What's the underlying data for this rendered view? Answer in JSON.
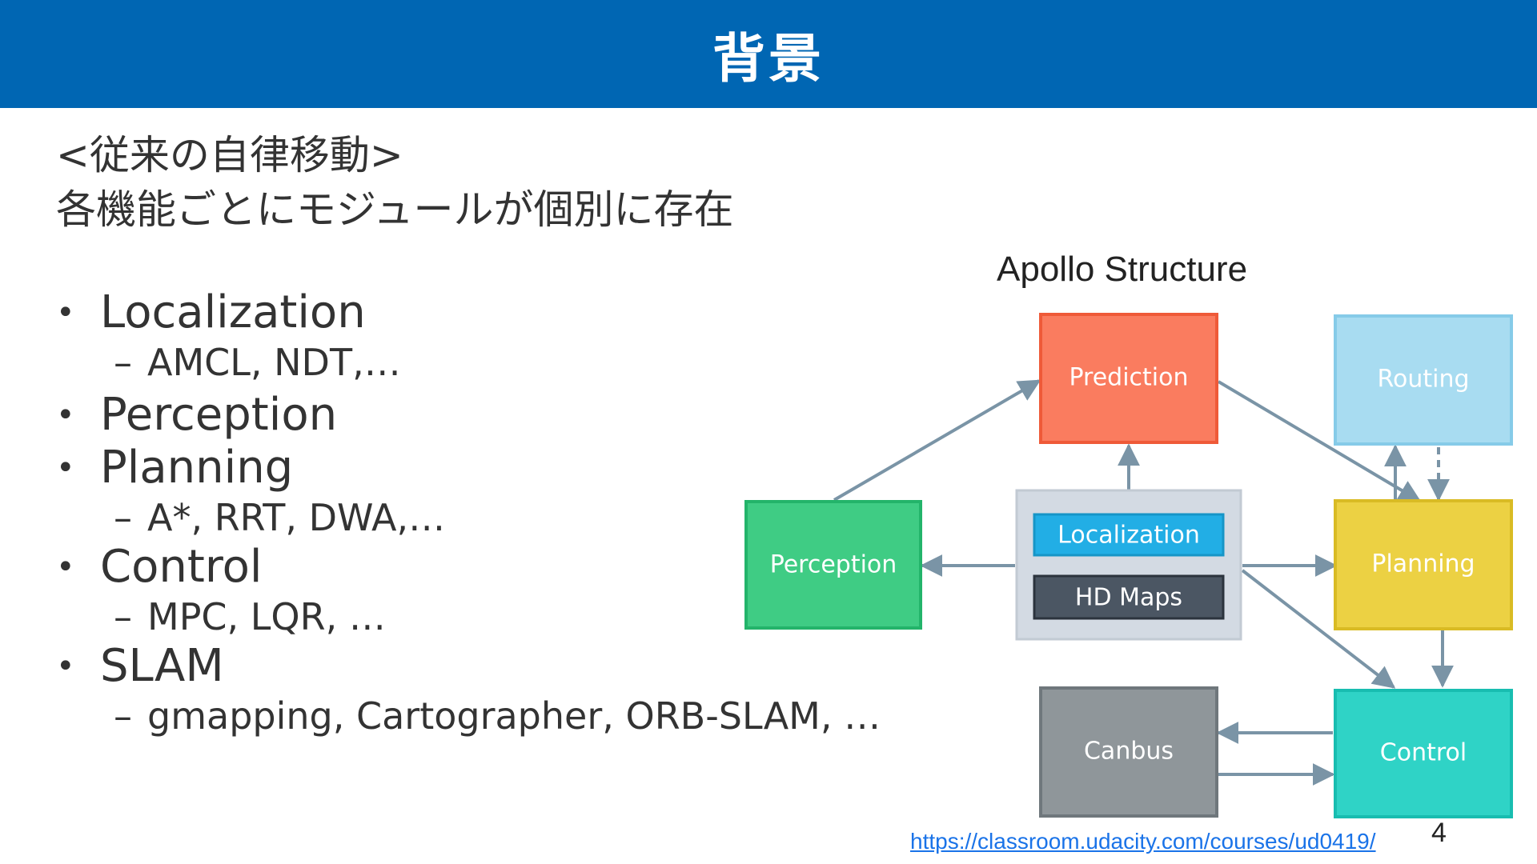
{
  "header": {
    "title": "背景"
  },
  "intro": {
    "line1": "<従来の自律移動>",
    "line2": "各機能ごとにモジュールが個別に存在"
  },
  "bullets": [
    {
      "label": "Localization",
      "sub": "AMCL, NDT,…"
    },
    {
      "label": "Perception",
      "sub": ""
    },
    {
      "label": "Planning",
      "sub": "A*, RRT, DWA,…"
    },
    {
      "label": "Control",
      "sub": "MPC, LQR, …"
    },
    {
      "label": "SLAM",
      "sub": "gmapping, Cartographer, ORB-SLAM, …"
    }
  ],
  "sub_dash": "–",
  "diagram": {
    "title": "Apollo Structure",
    "modules": {
      "prediction": {
        "label": "Prediction",
        "fill": "#fa7c5f",
        "stroke": "#ef5a38"
      },
      "routing": {
        "label": "Routing",
        "fill": "#a8dcf1",
        "stroke": "#86cbe8"
      },
      "perception": {
        "label": "Perception",
        "fill": "#3fcc84",
        "stroke": "#23b46a"
      },
      "localization": {
        "label": "Localization",
        "fill": "#22aee5",
        "stroke": "#1695c7"
      },
      "hd_maps": {
        "label": "HD Maps",
        "fill": "#4b5663",
        "stroke": "#2b333d"
      },
      "planning": {
        "label": "Planning",
        "fill": "#ecd143",
        "stroke": "#d9bb24"
      },
      "canbus": {
        "label": "Canbus",
        "fill": "#8f969a",
        "stroke": "#6f777c"
      },
      "control": {
        "label": "Control",
        "fill": "#2fd3c6",
        "stroke": "#18bdb0"
      }
    },
    "group_fill": "#d3dae3",
    "arrow_color": "#7a94a6"
  },
  "source_link": "https://classroom.udacity.com/courses/ud0419/",
  "page_number": "4"
}
